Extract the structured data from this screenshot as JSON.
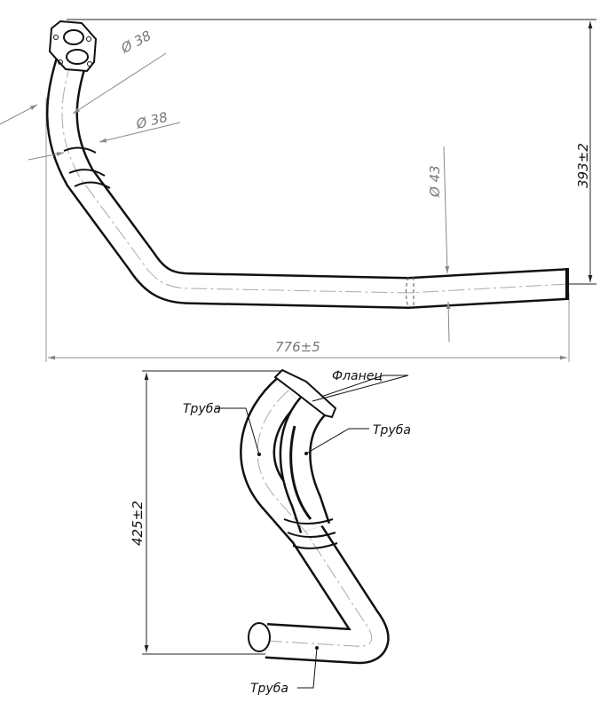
{
  "top_view": {
    "diameter_1": "Ø 38",
    "diameter_2": "Ø 38",
    "diameter_3": "Ø 43",
    "height_dim": "393±2",
    "length_dim": "776±5"
  },
  "side_view": {
    "height_dim": "425±2",
    "labels": {
      "flange": "Фланец",
      "pipe_left": "Труба",
      "pipe_right": "Труба",
      "pipe_bottom": "Труба"
    }
  }
}
